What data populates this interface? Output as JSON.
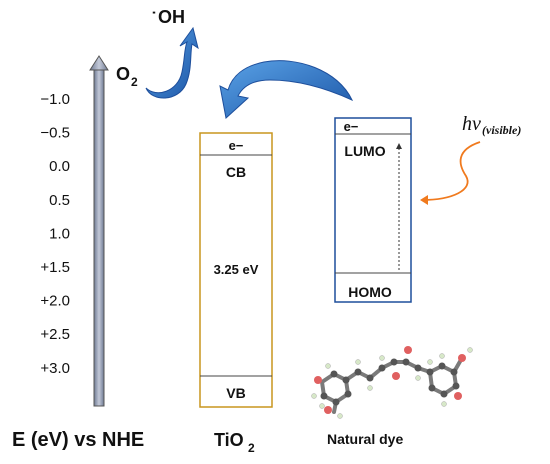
{
  "energy_axis": {
    "label": "E (eV) vs NHE",
    "ticks": [
      "−1.0",
      "−0.5",
      "0.0",
      "0.5",
      "1.0",
      "+1.5",
      "+2.0",
      "+2.5",
      "+3.0"
    ]
  },
  "radical": {
    "dot": "˙",
    "label": "OH"
  },
  "oxygen": {
    "label": "O",
    "subscript": "2"
  },
  "tio2": {
    "electron_label": "e−",
    "cb_label": "CB",
    "gap_label": "3.25 eV",
    "vb_label": "VB",
    "name": "TiO",
    "name_subscript": "2"
  },
  "dye": {
    "electron_label": "e−",
    "lumo_label": "LUMO",
    "homo_label": "HOMO",
    "name": "Natural dye"
  },
  "light": {
    "symbol": "hv",
    "subscript": "(visible)"
  },
  "colors": {
    "tio2_box": "#c8961e",
    "dye_box": "#1e4f9c",
    "arrow_blue": "#1e63b5",
    "light_arrow": "#f07a1e",
    "axis_bar": "#9aa3b8"
  }
}
